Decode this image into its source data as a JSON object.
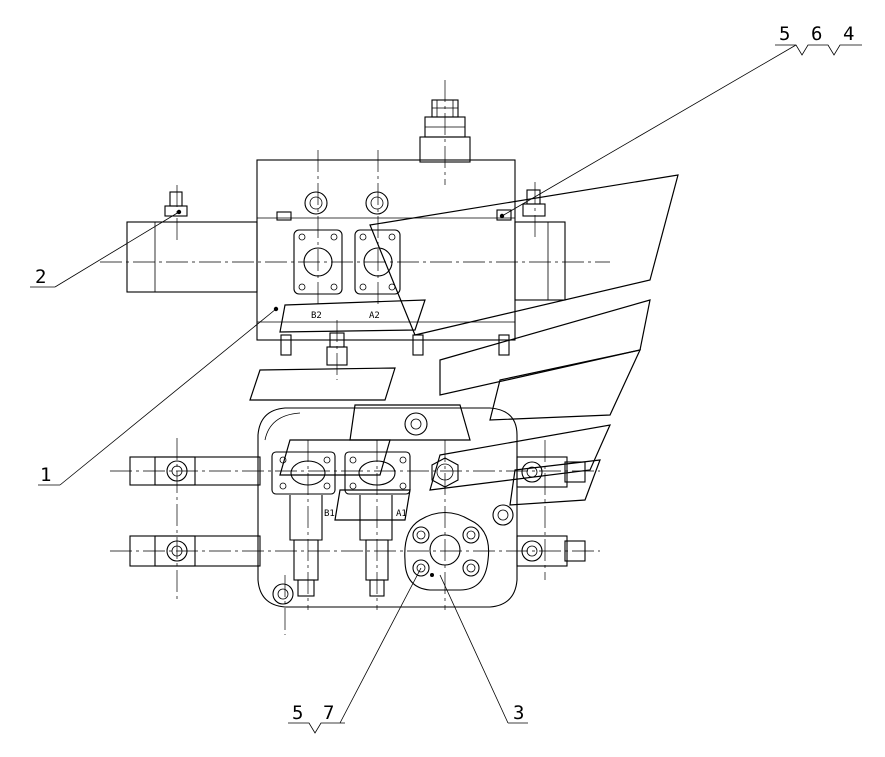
{
  "callouts": {
    "top_right": [
      "5",
      "6",
      "4"
    ],
    "left_upper": "2",
    "left_lower": "1",
    "bottom_left": [
      "5",
      "7"
    ],
    "bottom_right": "3"
  },
  "ports": {
    "upper": [
      "B2",
      "A2"
    ],
    "lower": [
      "B1",
      "A1"
    ]
  }
}
